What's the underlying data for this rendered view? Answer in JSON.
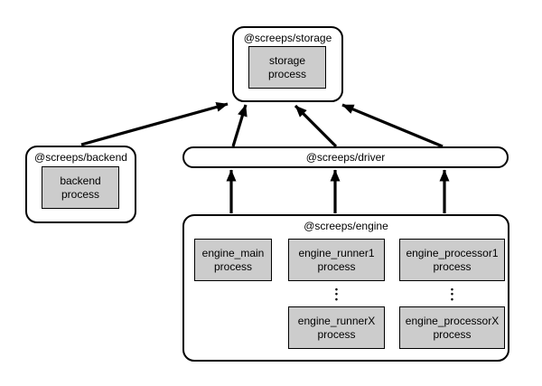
{
  "diagram": {
    "nodes": {
      "storage": {
        "label": "@screeps/storage",
        "process": "storage\nprocess"
      },
      "backend": {
        "label": "@screeps/backend",
        "process": "backend\nprocess"
      },
      "driver": {
        "label": "@screeps/driver"
      },
      "engine": {
        "label": "@screeps/engine",
        "processes": {
          "main": "engine_main\nprocess",
          "runner1": "engine_runner1\nprocess",
          "runnerX": "engine_runnerX\nprocess",
          "processor1": "engine_processor1\nprocess",
          "processorX": "engine_processorX\nprocess"
        },
        "runner_ellipsis": "•\n•\n•",
        "processor_ellipsis": "•\n•\n•"
      }
    },
    "edges": [
      {
        "from": "backend process",
        "to": "@screeps/storage"
      },
      {
        "from": "@screeps/driver (left)",
        "to": "@screeps/storage"
      },
      {
        "from": "@screeps/driver (center)",
        "to": "@screeps/storage"
      },
      {
        "from": "@screeps/driver (right)",
        "to": "@screeps/storage"
      },
      {
        "from": "@screeps/engine (main column)",
        "to": "@screeps/driver"
      },
      {
        "from": "@screeps/engine (runner column)",
        "to": "@screeps/driver"
      },
      {
        "from": "@screeps/engine (processor column)",
        "to": "@screeps/driver"
      }
    ],
    "colors": {
      "background": "#ffffff",
      "process_fill": "#cccccc",
      "border": "#000000",
      "arrow": "#000000"
    }
  }
}
